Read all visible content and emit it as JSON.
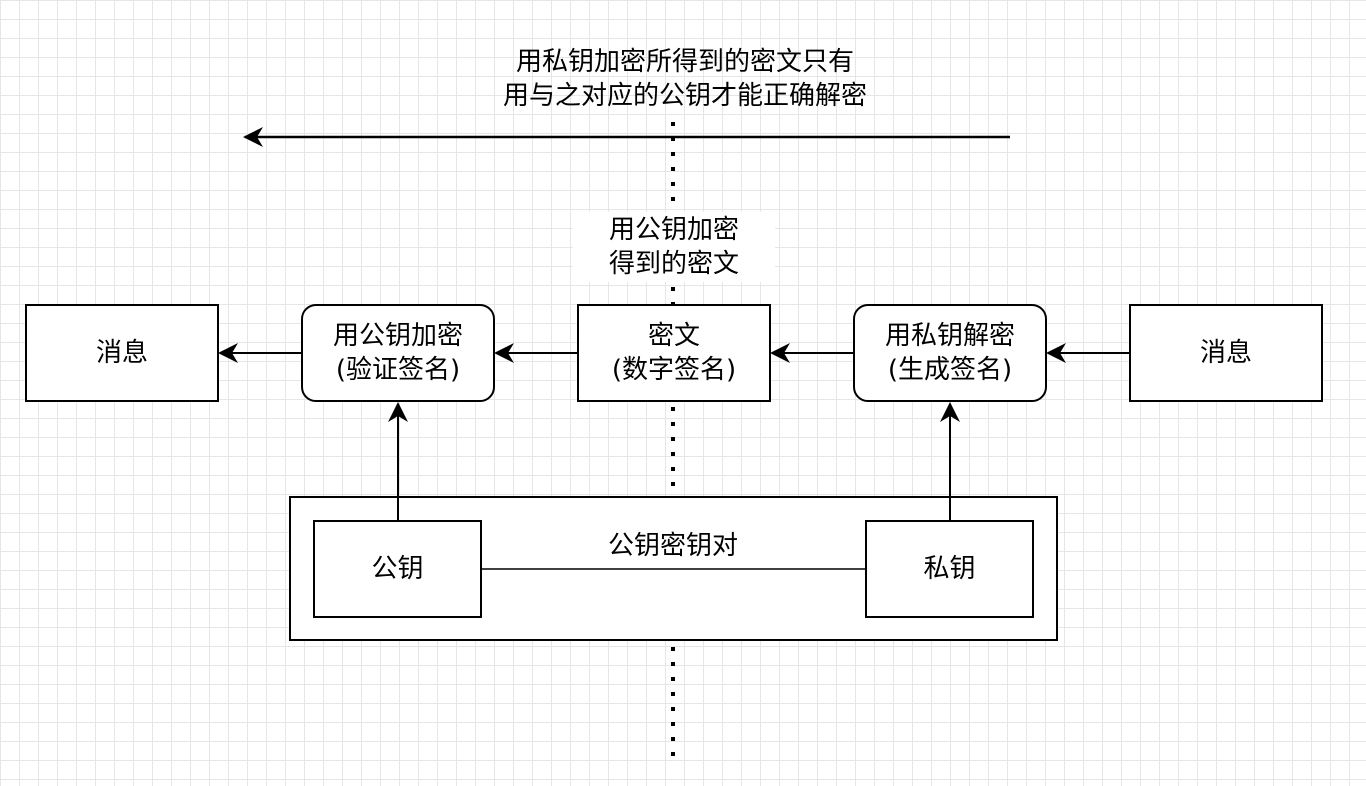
{
  "top_note": {
    "line1": "用私钥加密所得到的密文只有",
    "line2": "用与之对应的公钥才能正确解密"
  },
  "middle_note": {
    "line1": "用公钥加密",
    "line2": "得到的密文"
  },
  "boxes": {
    "message_left": "消息",
    "verify_line1": "用公钥加密",
    "verify_line2": "(验证签名)",
    "cipher_line1": "密文",
    "cipher_line2": "(数字签名)",
    "sign_line1": "用私钥解密",
    "sign_line2": "(生成签名)",
    "message_right": "消息",
    "public_key": "公钥",
    "private_key": "私钥",
    "key_pair": "公钥密钥对"
  },
  "colors": {
    "stroke": "#000000",
    "fill": "#ffffff"
  }
}
